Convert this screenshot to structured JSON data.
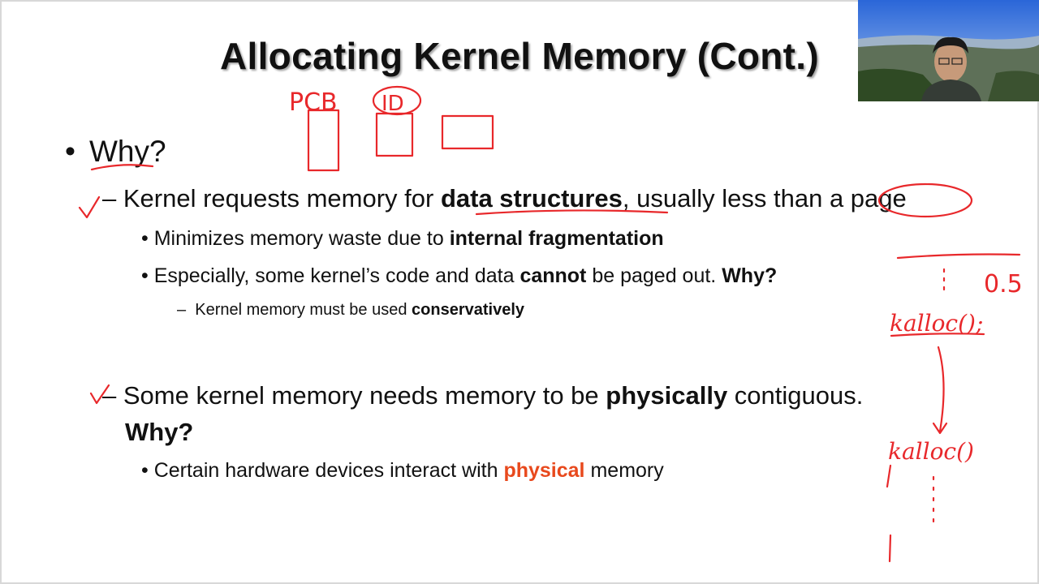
{
  "title": "Allocating Kernel Memory (Cont.)",
  "bullets": {
    "why": "Why?",
    "b1_pre": "Kernel requests memory for ",
    "b1_bold": "data structures",
    "b1_post": ", usually less than a page",
    "b1_sub1_pre": "Minimizes memory waste due to ",
    "b1_sub1_bold": "internal fragmentation",
    "b1_sub2_pre": "Especially, some kernel’s code and data ",
    "b1_sub2_bold": "cannot",
    "b1_sub2_mid": " be paged out. ",
    "b1_sub2_why": "Why?",
    "b1_sub2_sub_pre": "Kernel memory must be used ",
    "b1_sub2_sub_bold": "conservatively",
    "b2_pre": "Some kernel memory needs memory to be ",
    "b2_bold": "physically",
    "b2_post": " contiguous.",
    "b2_why": "Why?",
    "b2_sub1_pre": "Certain hardware devices interact with ",
    "b2_sub1_highlight": "physical",
    "b2_sub1_post": " memory"
  },
  "annotations": {
    "pcb": "PCB",
    "id": "ID",
    "half": "0.5",
    "kalloc1": "kalloc();",
    "kalloc2": "kalloc()"
  },
  "colors": {
    "ink": "#e8282b",
    "highlight": "#e8491d",
    "text": "#111111"
  }
}
